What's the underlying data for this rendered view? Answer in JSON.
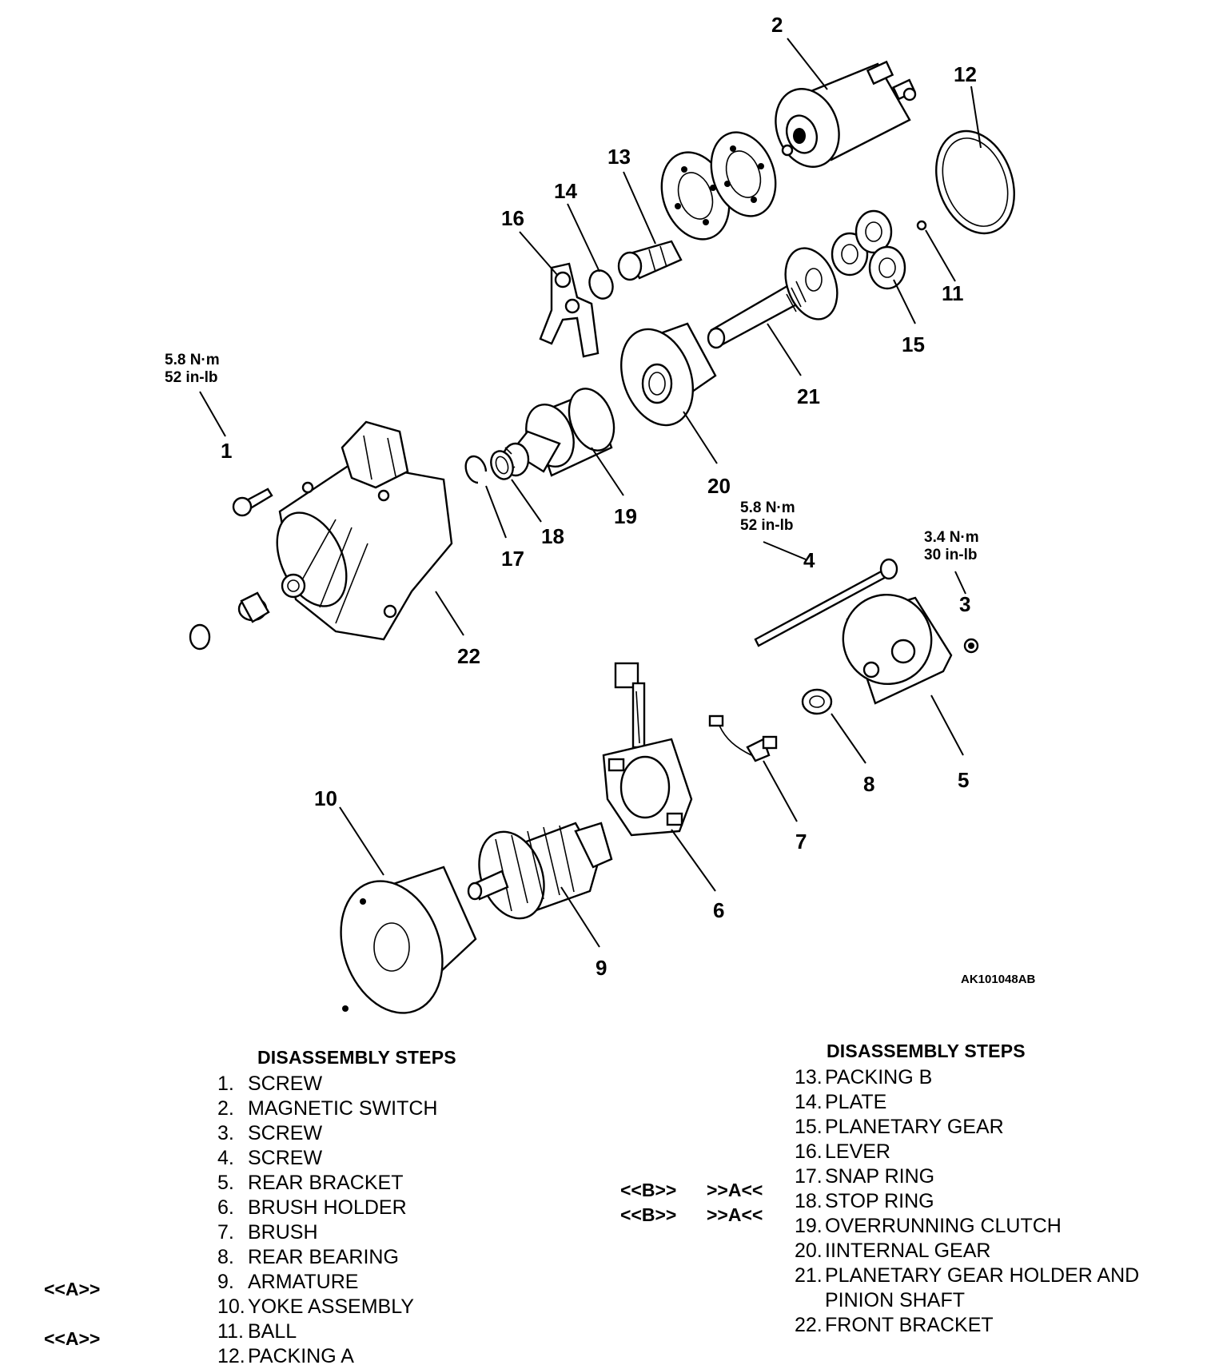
{
  "figure_id": "AK101048AB",
  "callouts": [
    "1",
    "2",
    "3",
    "4",
    "5",
    "6",
    "7",
    "8",
    "9",
    "10",
    "11",
    "12",
    "13",
    "14",
    "15",
    "16",
    "17",
    "18",
    "19",
    "20",
    "21",
    "22"
  ],
  "torques": {
    "screw1": {
      "nm": "5.8 N·m",
      "inlb": "52 in-lb"
    },
    "screw4": {
      "nm": "5.8 N·m",
      "inlb": "52 in-lb"
    },
    "screw3": {
      "nm": "3.4 N·m",
      "inlb": "30 in-lb"
    }
  },
  "left_list": {
    "heading": "DISASSEMBLY STEPS",
    "items": [
      {
        "num": "1.",
        "label": "SCREW"
      },
      {
        "num": "2.",
        "label": "MAGNETIC SWITCH"
      },
      {
        "num": "3.",
        "label": "SCREW"
      },
      {
        "num": "4.",
        "label": "SCREW"
      },
      {
        "num": "5.",
        "label": "REAR BRACKET"
      },
      {
        "num": "6.",
        "label": "BRUSH HOLDER"
      },
      {
        "num": "7.",
        "label": "BRUSH"
      },
      {
        "num": "8.",
        "label": "REAR BEARING"
      },
      {
        "num": "9.",
        "label": "ARMATURE"
      },
      {
        "num": "10.",
        "label": "YOKE ASSEMBLY"
      },
      {
        "num": "11.",
        "label": "BALL"
      },
      {
        "num": "12.",
        "label": "PACKING A"
      }
    ],
    "flags": {
      "item9": "<<A>>",
      "item11": "<<A>>"
    }
  },
  "right_list": {
    "heading": "DISASSEMBLY STEPS",
    "items": [
      {
        "num": "13.",
        "label": "PACKING B"
      },
      {
        "num": "14.",
        "label": "PLATE"
      },
      {
        "num": "15.",
        "label": "PLANETARY GEAR"
      },
      {
        "num": "16.",
        "label": "LEVER"
      },
      {
        "num": "17.",
        "label": "SNAP RING"
      },
      {
        "num": "18.",
        "label": "STOP RING"
      },
      {
        "num": "19.",
        "label": "OVERRUNNING CLUTCH"
      },
      {
        "num": "20.",
        "label": "IINTERNAL GEAR"
      },
      {
        "num": "21.",
        "label": "PLANETARY GEAR HOLDER AND"
      },
      {
        "num": "",
        "label": "PINION SHAFT"
      },
      {
        "num": "22.",
        "label": "FRONT BRACKET"
      }
    ],
    "flags": {
      "item17_b": "<<B>>",
      "item17_a": ">>A<<",
      "item18_b": "<<B>>",
      "item18_a": ">>A<<"
    }
  }
}
